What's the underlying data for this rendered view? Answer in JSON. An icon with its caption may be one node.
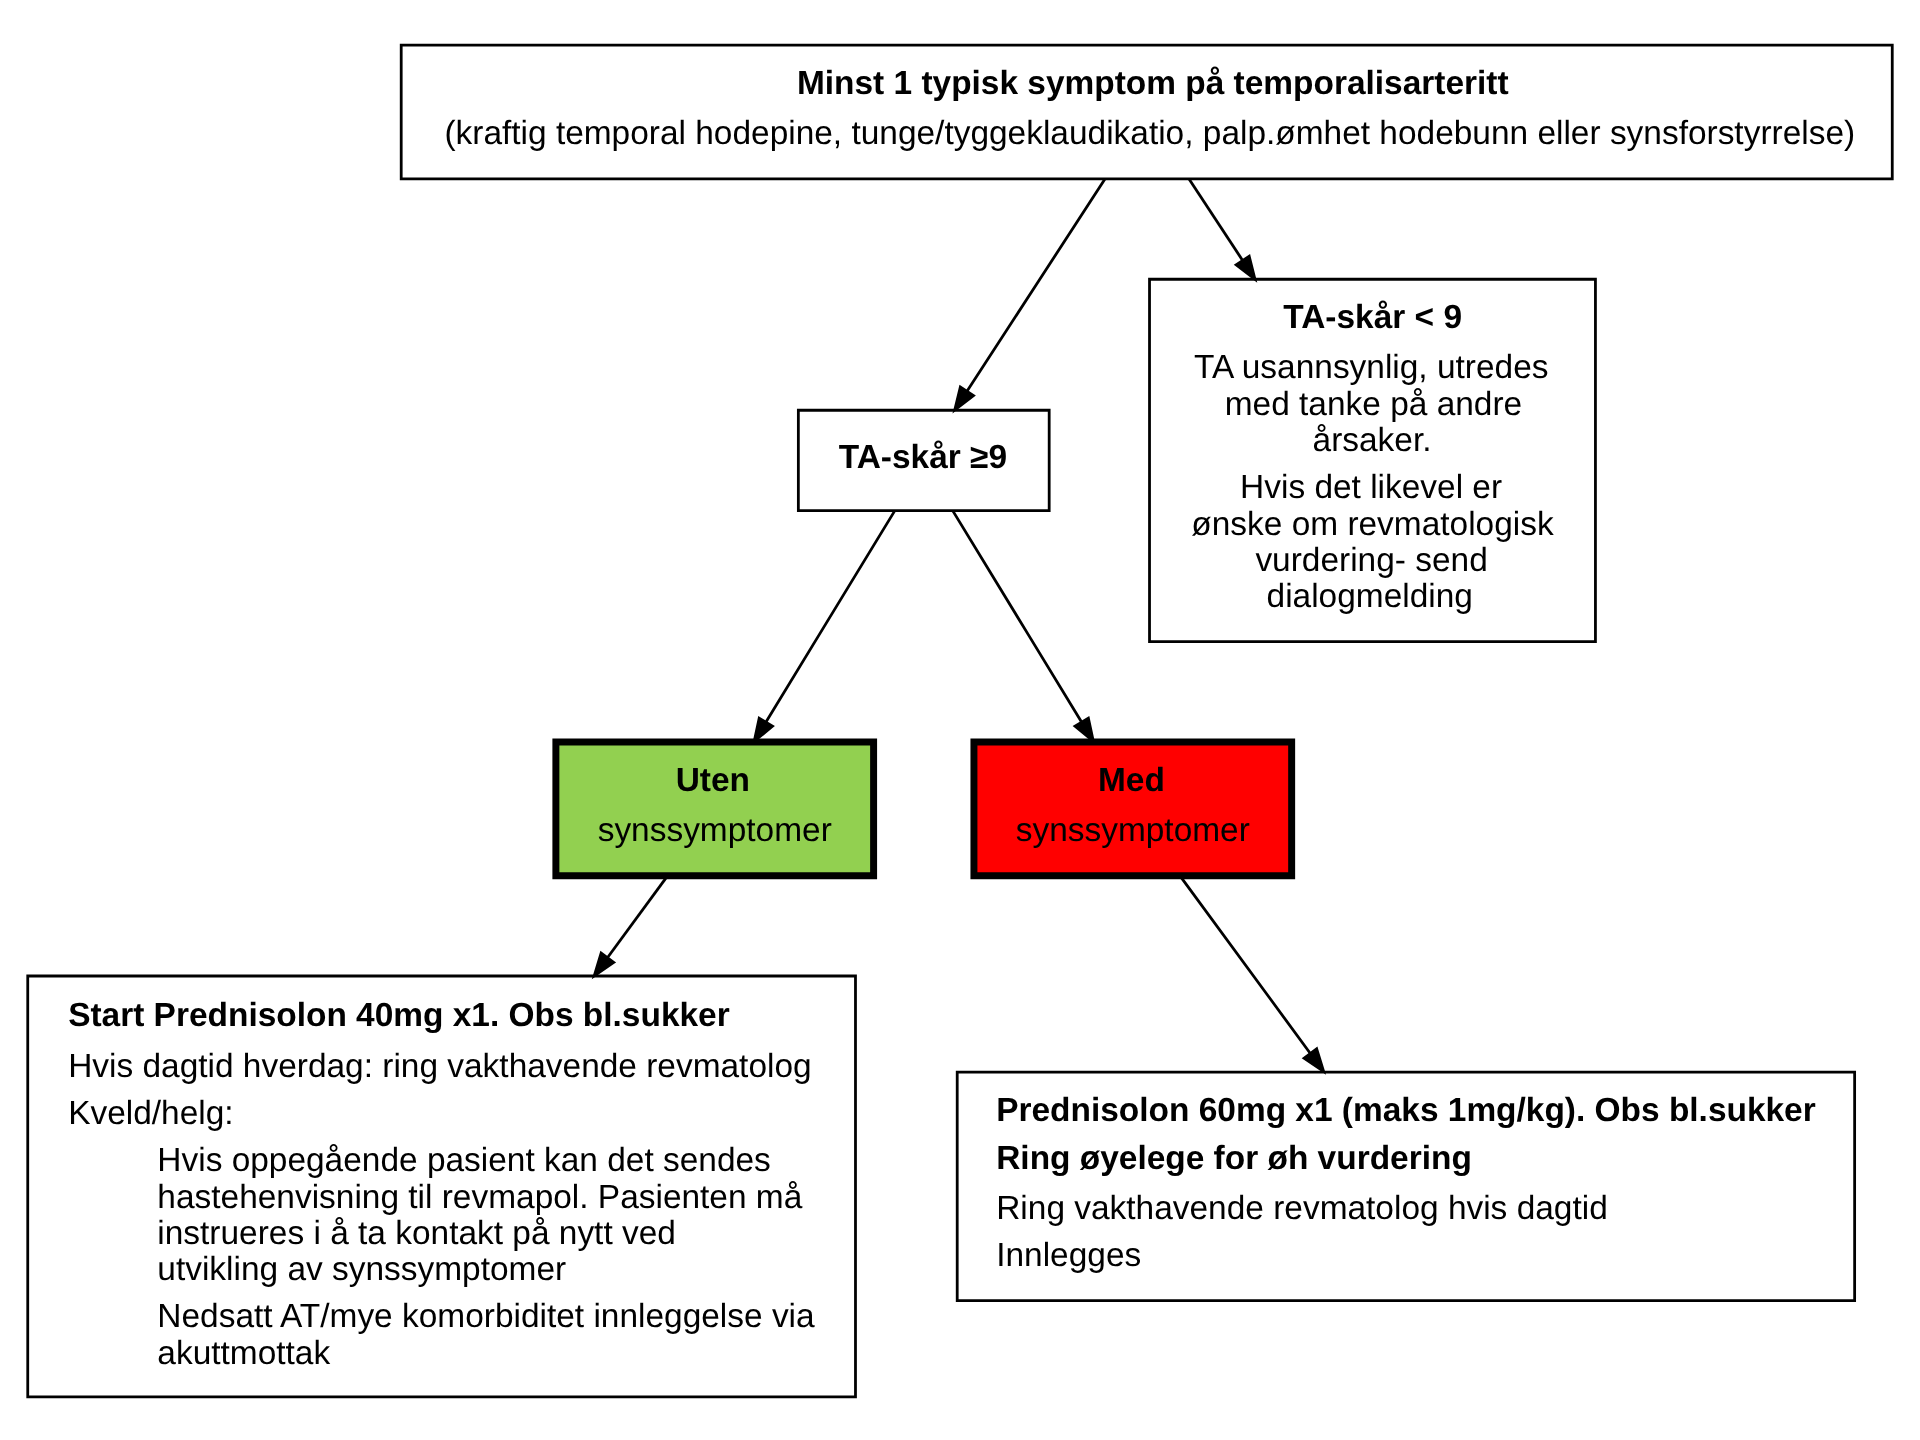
{
  "diagram": {
    "nodes": [
      {
        "text": [
          "Minst 1 typisk symptom på temporalisarteritt",
          "(kraftig temporal hodepine, tunge/tyggeklaudikatio, palp.ømhet hodebunn eller synsforstyrrelse)"
        ]
      },
      {
        "text": [
          "TA-skår ≥9"
        ]
      },
      {
        "text": [
          "TA-skår < 9",
          "TA usannsynlig, utredes med tanke på andre årsaker.",
          "Hvis det likevel er ønske om revmatologisk vurdering- send dialogmelding"
        ]
      },
      {
        "text": [
          "Uten",
          "synssymptomer"
        ]
      },
      {
        "text": [
          "Med",
          "synssymptomer"
        ]
      },
      {
        "text": [
          "Start Prednisolon 40mg x1. Obs bl.sukker",
          "Hvis dagtid hverdag: ring vakthavende revmatolog",
          "Kveld/helg:",
          "Hvis oppegående pasient kan det sendes hastehenvisning til revmapol. Pasienten må instrueres i å ta kontakt på nytt ved utvikling av synssymptomer",
          "Nedsatt AT/mye komorbiditet innleggelse via akuttmottak"
        ]
      },
      {
        "text": [
          "Prednisolon 60mg x1 (maks 1mg/kg). Obs bl.sukker",
          "Ring øyelege for øh vurdering",
          "Ring vakthavende revmatolog hvis dagtid",
          "Innlegges"
        ]
      }
    ],
    "edges": [
      {
        "from": 0,
        "to": 1,
        "arrow": "to"
      },
      {
        "from": 0,
        "to": 2,
        "arrow": "to"
      },
      {
        "from": 1,
        "to": 3,
        "arrow": "to"
      },
      {
        "from": 1,
        "to": 4,
        "arrow": "to"
      },
      {
        "from": 3,
        "to": 5,
        "arrow": "to"
      },
      {
        "from": 4,
        "to": 6,
        "arrow": "to"
      }
    ]
  }
}
